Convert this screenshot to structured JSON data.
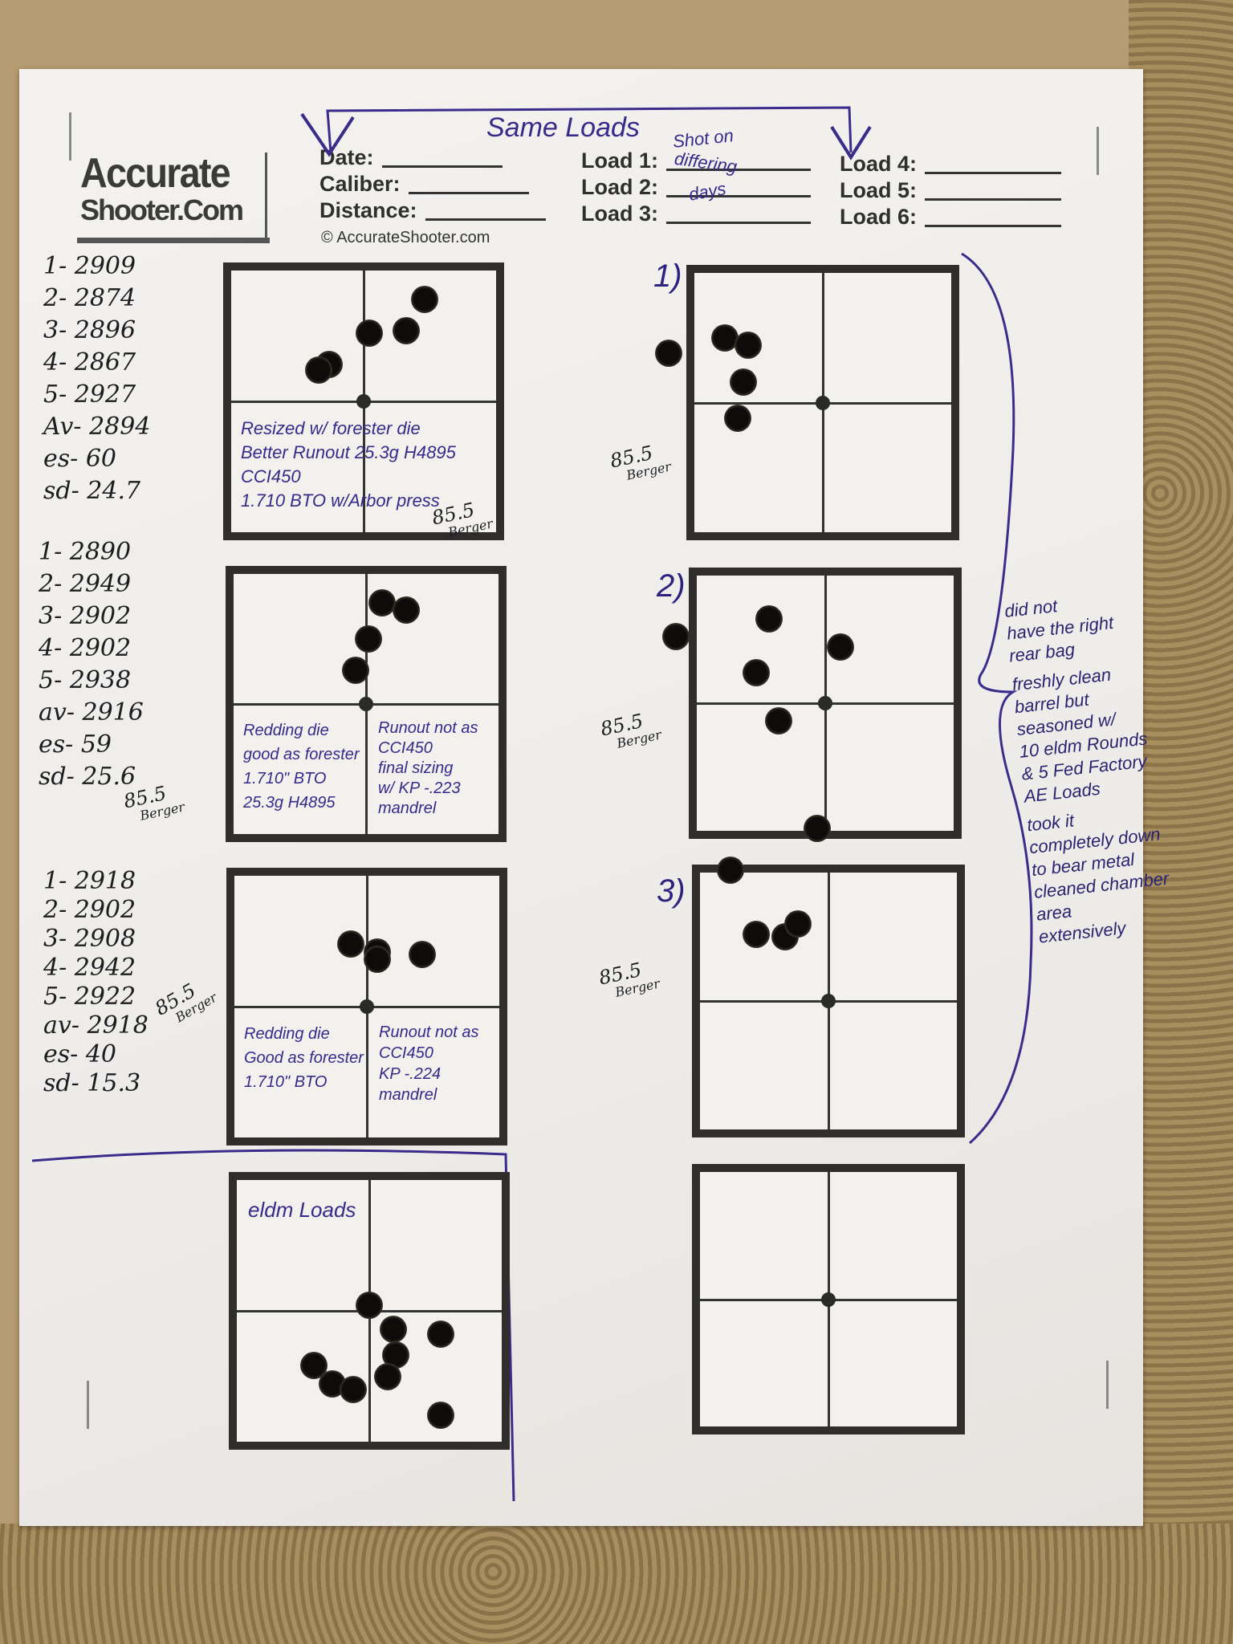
{
  "header": {
    "logo": {
      "line1": "Accurate",
      "line2": "Shooter.Com"
    },
    "fields_left": [
      "Date:",
      "Caliber:",
      "Distance:"
    ],
    "fields_mid": [
      "Load 1:",
      "Load 2:",
      "Load 3:"
    ],
    "fields_right": [
      "Load 4:",
      "Load 5:",
      "Load 6:"
    ],
    "copyright": "© AccurateShooter.com",
    "annotation_title": "Same Loads",
    "annotation_sub": [
      "Shot on",
      "differing",
      "days"
    ]
  },
  "left_column": {
    "groups": [
      {
        "velocities": [
          "1- 2909",
          "2- 2874",
          "3- 2896",
          "4- 2867",
          "5- 2927",
          "Av- 2894",
          "es- 60",
          "sd- 24.7"
        ],
        "notes": [
          "Resized w/ forester die",
          "Better Runout  25.3g H4895",
          "CCI450",
          "1.710 BTO w/Arbor press"
        ],
        "bullet": {
          "weight": "85.5",
          "brand": "Berger"
        }
      },
      {
        "velocities": [
          "1- 2890",
          "2- 2949",
          "3- 2902",
          "4- 2902",
          "5- 2938",
          "av- 2916",
          "es- 59",
          "sd- 25.6"
        ],
        "notes_left": [
          "Redding die",
          "good as forester",
          "1.710\" BTO",
          "25.3g H4895"
        ],
        "notes_right": [
          "Runout not as",
          "CCI450",
          "final sizing",
          "w/ KP -.223",
          "mandrel"
        ],
        "bullet": {
          "weight": "85.5",
          "brand": "Berger"
        }
      },
      {
        "velocities": [
          "1- 2918",
          "2- 2902",
          "3- 2908",
          "4- 2942",
          "5- 2922",
          "av- 2918",
          "es- 40",
          "sd- 15.3"
        ],
        "notes_left": [
          "Redding die",
          "Good as forester",
          "1.710\" BTO"
        ],
        "notes_right": [
          "Runout not as",
          "CCI450",
          "KP -.224",
          "mandrel"
        ],
        "bullet": {
          "weight": "85.5",
          "brand": "Berger"
        }
      },
      {
        "label": "eldm Loads"
      }
    ]
  },
  "right_column": {
    "targets": [
      {
        "number": "1)",
        "bullet": {
          "weight": "85.5",
          "brand": "Berger"
        }
      },
      {
        "number": "2)",
        "bullet": {
          "weight": "85.5",
          "brand": "Berger"
        }
      },
      {
        "number": "3)",
        "bullet": {
          "weight": "85.5",
          "brand": "Berger"
        }
      },
      {
        "number": ""
      }
    ],
    "side_notes": [
      "did not",
      "have the right",
      "rear bag",
      "freshly clean",
      "barrel but",
      "seasoned w/",
      "10 eldm Rounds",
      "& 5 Fed Factory",
      "AE Loads",
      "took it",
      "completely down",
      "to bear metal",
      "cleaned chamber",
      "area",
      "extensively"
    ]
  }
}
